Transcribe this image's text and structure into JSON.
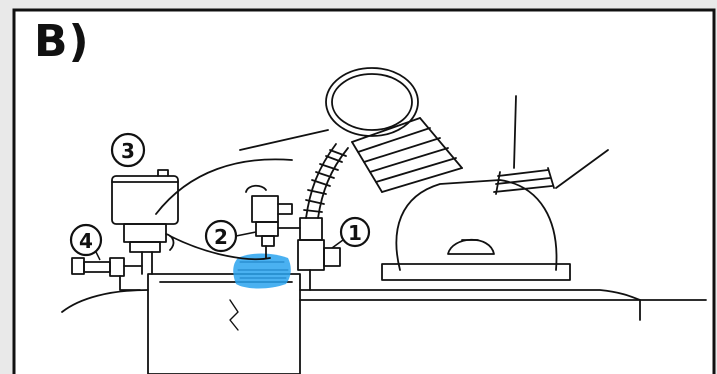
{
  "panel": {
    "label": "B)"
  },
  "callouts": [
    {
      "id": "1"
    },
    {
      "id": "2"
    },
    {
      "id": "3"
    },
    {
      "id": "4"
    }
  ],
  "colors": {
    "ink": "#111111",
    "highlight": "#2aa3ee",
    "paper": "#ffffff",
    "border_bg": "#e9e9e9"
  },
  "icons": {
    "power_connector": "lightning-bolt-icon"
  }
}
